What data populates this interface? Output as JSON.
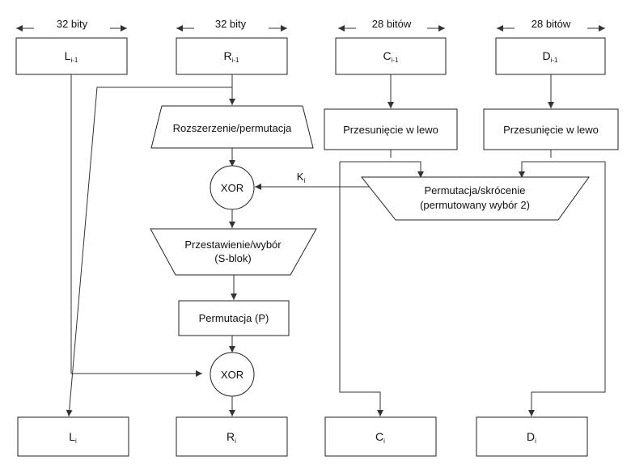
{
  "widths": {
    "left": "32 bity",
    "right": "32 bity",
    "c": "28 bitów",
    "d": "28 bitów"
  },
  "inputs": {
    "l": {
      "base": "L",
      "sub": "i-1"
    },
    "r": {
      "base": "R",
      "sub": "i-1"
    },
    "c": {
      "base": "C",
      "sub": "i-1"
    },
    "d": {
      "base": "D",
      "sub": "i-1"
    }
  },
  "steps": {
    "expansion": "Rozszerzenie/permutacja",
    "shift_c": "Przesunięcie w lewo",
    "shift_d": "Przesunięcie w lewo",
    "xor_top": "XOR",
    "key": {
      "base": "K",
      "sub": "i"
    },
    "compression_line1": "Permutacja/skrócenie",
    "compression_line2": "(permutowany wybór 2)",
    "sbox_line1": "Przestawienie/wybór",
    "sbox_line2": "(S-blok)",
    "pbox": "Permutacja (P)",
    "xor_bottom": "XOR"
  },
  "outputs": {
    "l": {
      "base": "L",
      "sub": "i"
    },
    "r": {
      "base": "R",
      "sub": "i"
    },
    "c": {
      "base": "C",
      "sub": "i"
    },
    "d": {
      "base": "D",
      "sub": "i"
    }
  }
}
